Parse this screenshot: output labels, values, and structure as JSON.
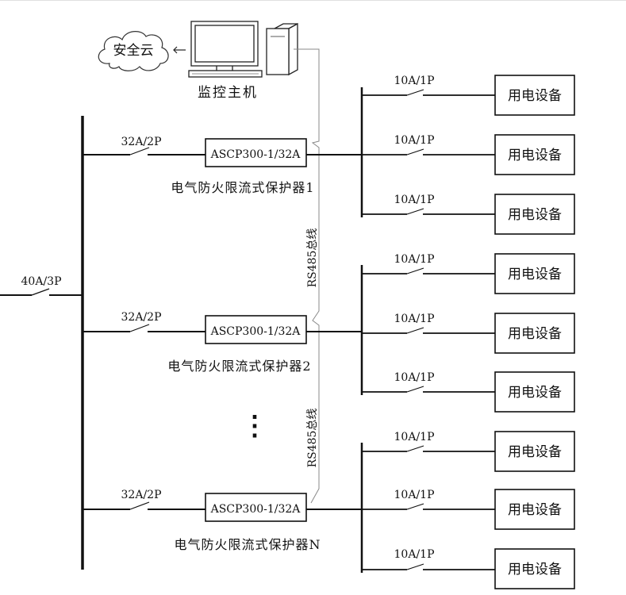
{
  "cloud_label": "安全云",
  "host_label": "监控主机",
  "main_breaker": "40A/3P",
  "bus_label": "RS485总线",
  "ellipsis": "⋮",
  "protectors": [
    {
      "feeder_breaker": "32A/2P",
      "model": "ASCP300-1/32A",
      "name": "电气防火限流式保护器1",
      "loads": [
        {
          "breaker": "10A/1P",
          "label": "用电设备"
        },
        {
          "breaker": "10A/1P",
          "label": "用电设备"
        },
        {
          "breaker": "10A/1P",
          "label": "用电设备"
        }
      ]
    },
    {
      "feeder_breaker": "32A/2P",
      "model": "ASCP300-1/32A",
      "name": "电气防火限流式保护器2",
      "loads": [
        {
          "breaker": "10A/1P",
          "label": "用电设备"
        },
        {
          "breaker": "10A/1P",
          "label": "用电设备"
        },
        {
          "breaker": "10A/1P",
          "label": "用电设备"
        }
      ]
    },
    {
      "feeder_breaker": "32A/2P",
      "model": "ASCP300-1/32A",
      "name": "电气防火限流式保护器N",
      "loads": [
        {
          "breaker": "10A/1P",
          "label": "用电设备"
        },
        {
          "breaker": "10A/1P",
          "label": "用电设备"
        },
        {
          "breaker": "10A/1P",
          "label": "用电设备"
        }
      ]
    }
  ]
}
